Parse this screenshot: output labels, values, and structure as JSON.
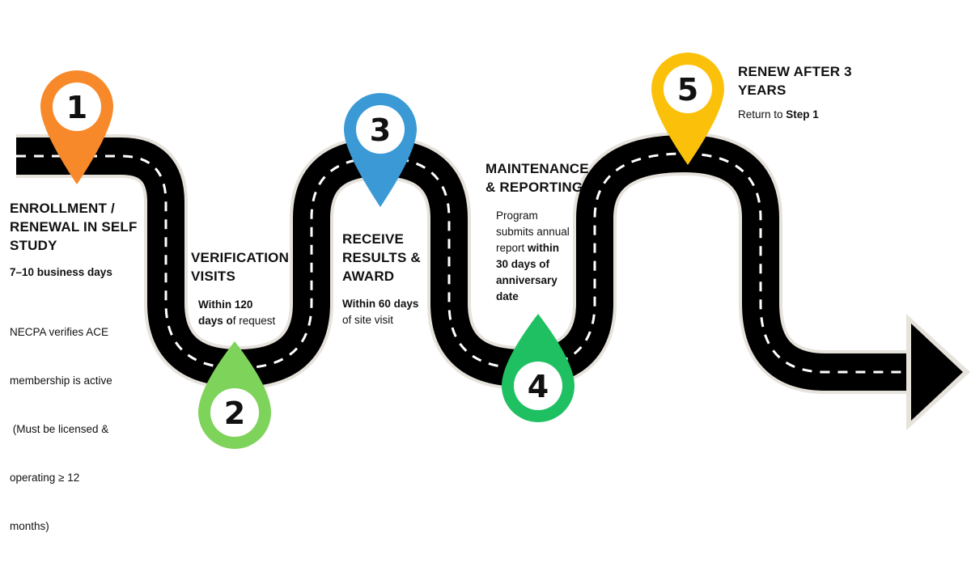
{
  "colors": {
    "road": "#000000",
    "road_edge": "#e6e2dc",
    "lane_marking": "#ffffff",
    "step1": "#f7892a",
    "step2": "#7ed35a",
    "step3": "#3b9ad6",
    "step4": "#1fc062",
    "step5": "#fbc10a"
  },
  "steps": [
    {
      "number": "1",
      "icon": "map-pin-icon",
      "title_lines": [
        "ENROLLMENT /",
        "RENEWAL IN SELF",
        "STUDY"
      ],
      "timeframe": "7–10 business days",
      "desc_lines": [
        "NECPA verifies ACE",
        "membership is active",
        " (Must be licensed &",
        "operating ≥ 12",
        "months)"
      ]
    },
    {
      "number": "2",
      "icon": "map-pin-icon",
      "title_lines": [
        "VERIFICATION",
        "VISITS"
      ],
      "timeframe_line1": "Within 120",
      "timeframe_line2_bold": "days o",
      "timeframe_line2_rest": "f request"
    },
    {
      "number": "3",
      "icon": "map-pin-icon",
      "title_lines": [
        "RECEIVE",
        "RESULTS &",
        "AWARD"
      ],
      "timeframe": "Within 60 days",
      "desc": "of site visit"
    },
    {
      "number": "4",
      "icon": "map-pin-icon",
      "title_lines": [
        "MAINTENANCE",
        "& REPORTING"
      ],
      "desc_line1": "Program",
      "desc_line2": "submits annual",
      "desc_line3_normal": "report ",
      "desc_line3_bold": "within",
      "desc_bold_line4": "30 days of",
      "desc_bold_line5": "anniversary",
      "desc_bold_line6": "date"
    },
    {
      "number": "5",
      "icon": "map-pin-icon",
      "title_lines": [
        "RENEW AFTER 3",
        "YEARS"
      ],
      "desc_normal": "Return to ",
      "desc_bold": "Step 1"
    }
  ],
  "road": {
    "icon": "arrow-right-icon"
  }
}
